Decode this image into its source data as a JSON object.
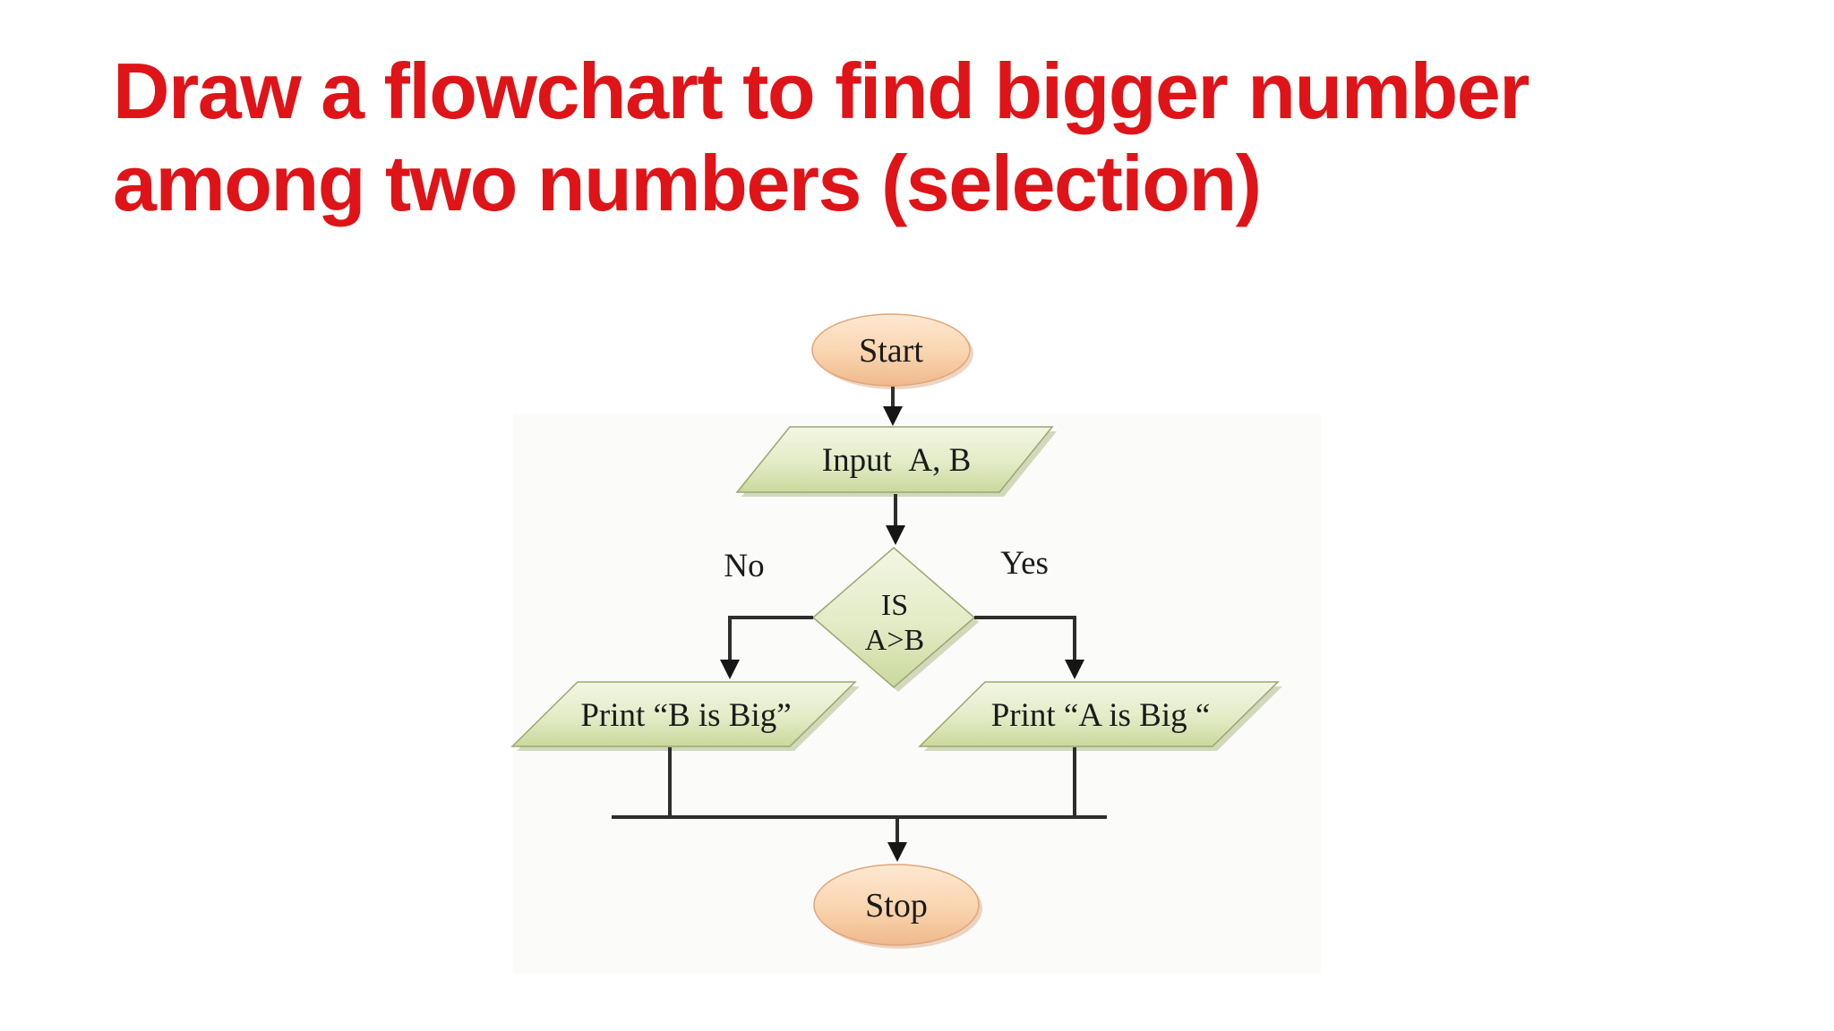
{
  "slide": {
    "background": "#ffffff"
  },
  "title": {
    "line1": "Draw a flowchart to find bigger number",
    "line2": "among two numbers (selection)",
    "color": "#df1418"
  },
  "flowchart": {
    "colors": {
      "io_fill_top": "#f3f6e3",
      "io_fill_bottom": "#cbd89c",
      "io_border": "#9aa770",
      "io_shadow": "#a9b57e",
      "terminator_fill_top": "#fee9d2",
      "terminator_fill_mid": "#f9d4ae",
      "terminator_fill_bottom": "#f0b88c",
      "terminator_border": "#e0a67b",
      "terminator_shadow": "#daa27a",
      "connector": "#2e2e2e",
      "arrowhead": "#161616",
      "label_text": "#1b1b1b"
    },
    "nodes": {
      "start": {
        "type": "terminator",
        "label": "Start"
      },
      "input": {
        "type": "input-output",
        "label": "Input A, B"
      },
      "decision": {
        "type": "decision",
        "label_line1": "IS",
        "label_line2": "A>B"
      },
      "print_b": {
        "type": "input-output",
        "label": "Print “B is Big”"
      },
      "print_a": {
        "type": "input-output",
        "label": "Print “A is Big “"
      },
      "stop": {
        "type": "terminator",
        "label": "Stop"
      }
    },
    "branches": {
      "no": "No",
      "yes": "Yes"
    }
  }
}
